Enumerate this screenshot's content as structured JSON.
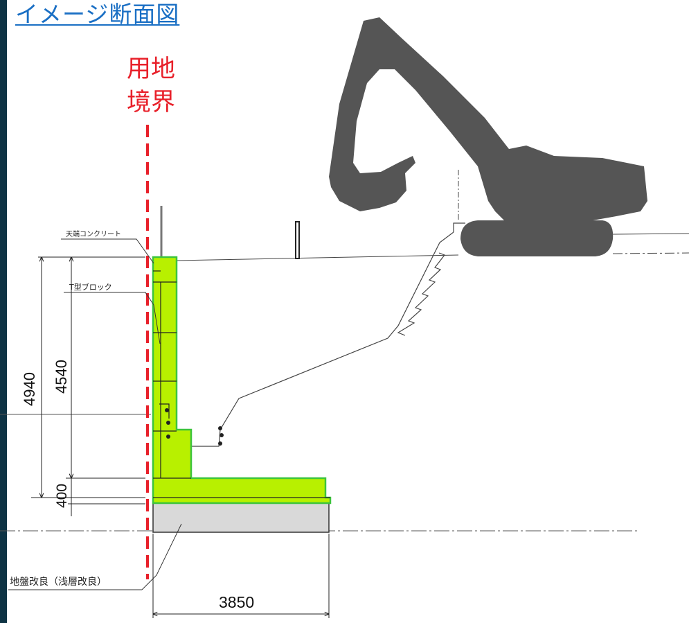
{
  "title": "イメージ断面図",
  "boundary_label": {
    "line1": "用地",
    "line2": "境界"
  },
  "labels": {
    "top_concrete": "天端コンクリート",
    "t_block": "T型ブロック",
    "ground_improvement": "地盤改良（浅層改良）"
  },
  "dimensions": {
    "total_height": "4940",
    "wall_height": "4540",
    "base_thickness": "400",
    "base_width": "3850"
  },
  "colors": {
    "wall_fill": "#b8f000",
    "wall_outline": "#3cc43c",
    "improvement_fill": "#d9d9d9",
    "boundary_line": "#e8202a",
    "excavator": "#555555",
    "title": "#1a6fc4"
  }
}
